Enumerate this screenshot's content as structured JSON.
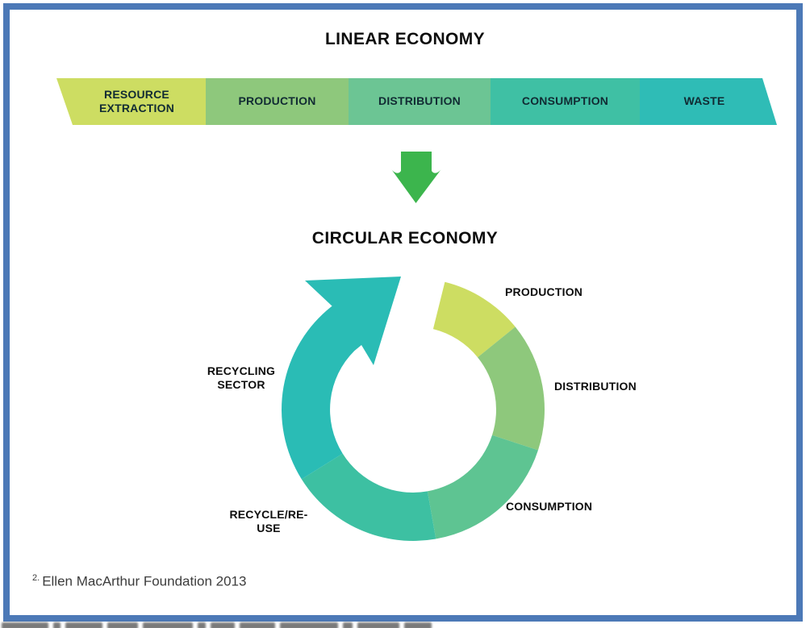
{
  "page": {
    "border_color": "#4c79b7",
    "background_color": "#ffffff"
  },
  "linear": {
    "title": "LINEAR ECONOMY",
    "stages": [
      {
        "label": "RESOURCE EXTRACTION",
        "color": "#cddd62"
      },
      {
        "label": "PRODUCTION",
        "color": "#8ec87c"
      },
      {
        "label": "DISTRIBUTION",
        "color": "#6cc594"
      },
      {
        "label": "CONSUMPTION",
        "color": "#3fc0a4"
      },
      {
        "label": "WASTE",
        "color": "#2fbcb6"
      }
    ]
  },
  "transition_arrow": {
    "icon": "down-arrow-icon",
    "color": "#3cb54d"
  },
  "circular": {
    "title": "CIRCULAR ECONOMY",
    "segments": [
      {
        "label": "PRODUCTION",
        "color": "#cddd62",
        "start_deg": 14,
        "end_deg": 51,
        "role": "ring-segment"
      },
      {
        "label": "DISTRIBUTION",
        "color": "#8ec87c",
        "start_deg": 51,
        "end_deg": 108,
        "role": "ring-segment"
      },
      {
        "label": "CONSUMPTION",
        "color": "#5ec492",
        "start_deg": 108,
        "end_deg": 170,
        "role": "ring-segment"
      },
      {
        "label": "RECYCLE/RE-USE",
        "color": "#3dc0a2",
        "start_deg": 170,
        "end_deg": 238,
        "role": "ring-segment"
      },
      {
        "label": "RECYCLING SECTOR",
        "color": "#2abcb5",
        "start_deg": 238,
        "end_deg": 322,
        "role": "cycle-arrow"
      }
    ]
  },
  "footnote": {
    "marker": "2.",
    "text": "Ellen MacArthur Foundation 2013"
  }
}
